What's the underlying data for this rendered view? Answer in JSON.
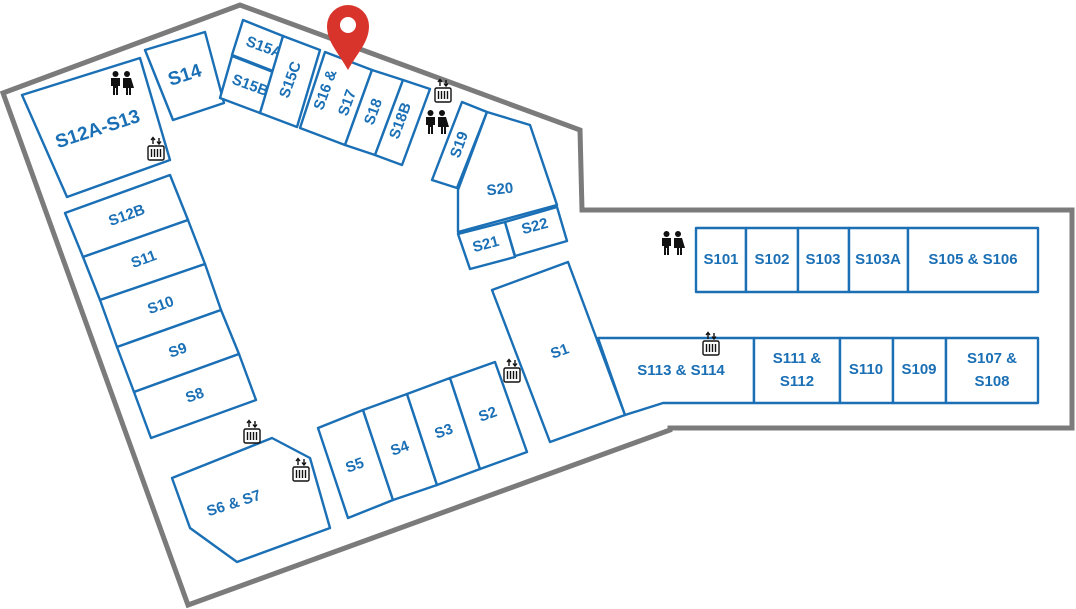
{
  "units": [
    {
      "id": "s12a-s13",
      "label": "S12A-S13"
    },
    {
      "id": "s14",
      "label": "S14"
    },
    {
      "id": "s15a",
      "label": "S15A"
    },
    {
      "id": "s15b",
      "label": "S15B"
    },
    {
      "id": "s15c",
      "label": "S15C"
    },
    {
      "id": "s16-s17",
      "label_line1": "S16 &",
      "label_line2": "S17"
    },
    {
      "id": "s18",
      "label": "S18"
    },
    {
      "id": "s18b",
      "label": "S18B"
    },
    {
      "id": "s19",
      "label": "S19"
    },
    {
      "id": "s20",
      "label": "S20"
    },
    {
      "id": "s21",
      "label": "S21"
    },
    {
      "id": "s22",
      "label": "S22"
    },
    {
      "id": "s12b",
      "label": "S12B"
    },
    {
      "id": "s11",
      "label": "S11"
    },
    {
      "id": "s10",
      "label": "S10"
    },
    {
      "id": "s9",
      "label": "S9"
    },
    {
      "id": "s8",
      "label": "S8"
    },
    {
      "id": "s6-s7",
      "label": "S6 & S7"
    },
    {
      "id": "s5",
      "label": "S5"
    },
    {
      "id": "s4",
      "label": "S4"
    },
    {
      "id": "s3",
      "label": "S3"
    },
    {
      "id": "s2",
      "label": "S2"
    },
    {
      "id": "s1",
      "label": "S1"
    },
    {
      "id": "s101",
      "label": "S101"
    },
    {
      "id": "s102",
      "label": "S102"
    },
    {
      "id": "s103",
      "label": "S103"
    },
    {
      "id": "s103a",
      "label": "S103A"
    },
    {
      "id": "s105-s106",
      "label": "S105 & S106"
    },
    {
      "id": "s113-s114",
      "label": "S113 & S114"
    },
    {
      "id": "s111-s112",
      "label_line1": "S111 &",
      "label_line2": "S112"
    },
    {
      "id": "s110",
      "label": "S110"
    },
    {
      "id": "s109",
      "label": "S109"
    },
    {
      "id": "s107-s108",
      "label_line1": "S107 &",
      "label_line2": "S108"
    }
  ],
  "icons": {
    "restroom": "restroom-icon",
    "elevator": "elevator-icon",
    "location_pin": "location-pin-icon"
  },
  "colors": {
    "unit_stroke": "#1a6fb5",
    "label_text": "#1a6fb5",
    "building_outline": "#7b7b7b",
    "pin": "#d9342b"
  }
}
